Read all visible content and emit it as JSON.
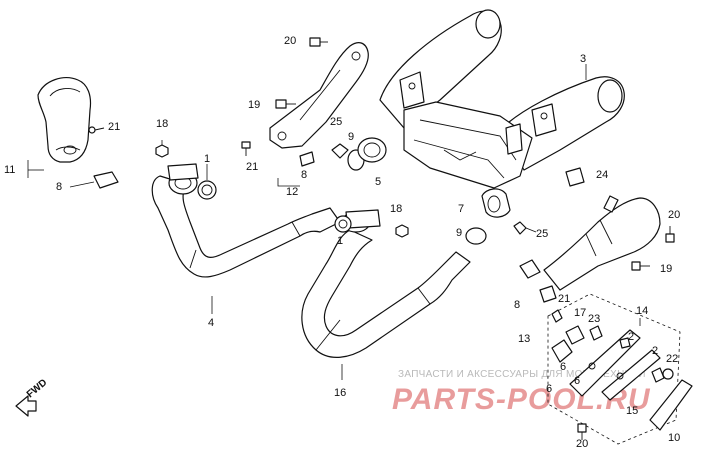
{
  "watermark": {
    "subtitle": "ЗАПЧАСТИ И АКСЕССУАРЫ ДЛЯ МОТОТЕХНИКИ",
    "brand": "PARTS-POOL.RU"
  },
  "direction_label": "FWD",
  "callouts": [
    "20",
    "3",
    "21",
    "19",
    "11",
    "8",
    "18",
    "1",
    "25",
    "9",
    "21",
    "5",
    "8",
    "12",
    "24",
    "4",
    "7",
    "18",
    "25",
    "1",
    "9",
    "20",
    "19",
    "8",
    "21",
    "14",
    "13",
    "17",
    "23",
    "2",
    "6",
    "6",
    "2",
    "22",
    "16",
    "6",
    "15",
    "20",
    "10"
  ]
}
